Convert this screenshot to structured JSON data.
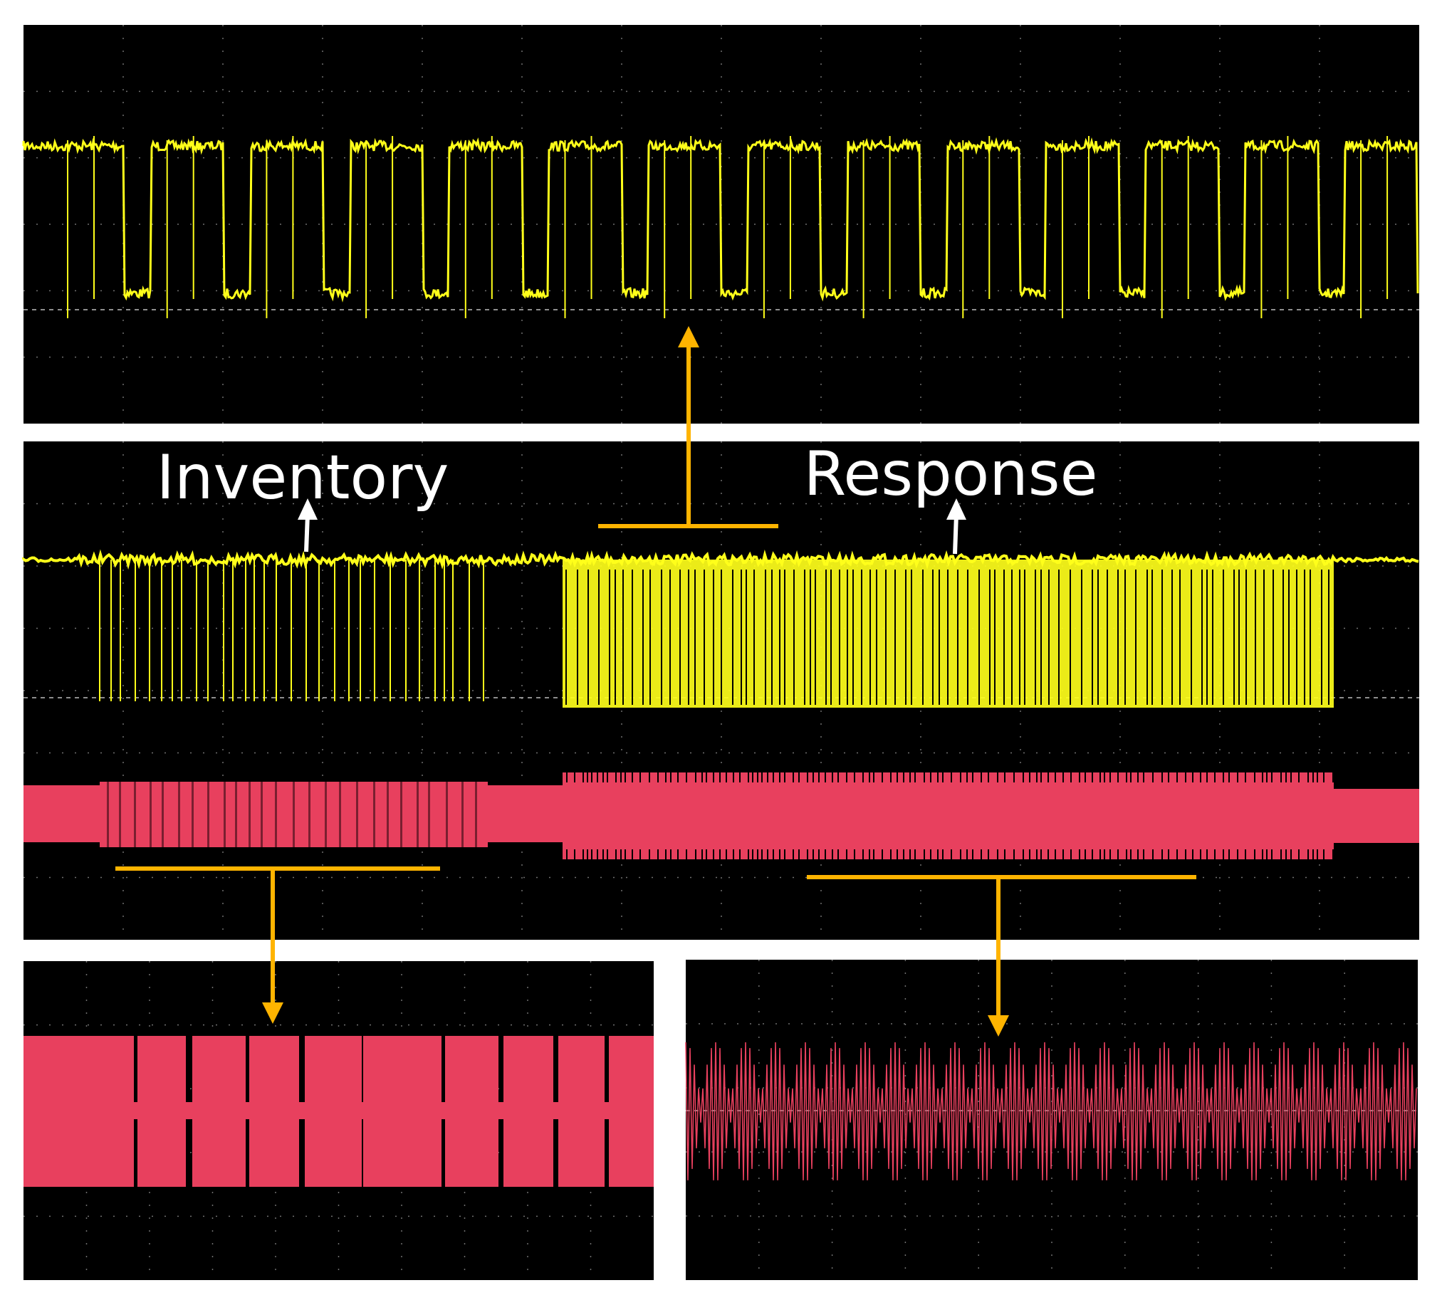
{
  "labels": {
    "inventory": "Inventory",
    "response": "Response"
  },
  "colors": {
    "background": "#ffffff",
    "screen": "#000000",
    "grid": "#6f6f6f",
    "yellow_trace": "#ffff1a",
    "red_trace": "#e8405e",
    "callout": "#ffb400",
    "label": "#ffffff"
  },
  "panels": [
    {
      "id": "top-zoom-panel",
      "content": "yellow square-wave zoom"
    },
    {
      "id": "main-panel",
      "content": "yellow digital trace above red RF envelope"
    },
    {
      "id": "bottom-left-panel",
      "content": "inventory RF zoom"
    },
    {
      "id": "bottom-right-panel",
      "content": "response RF zoom"
    }
  ]
}
